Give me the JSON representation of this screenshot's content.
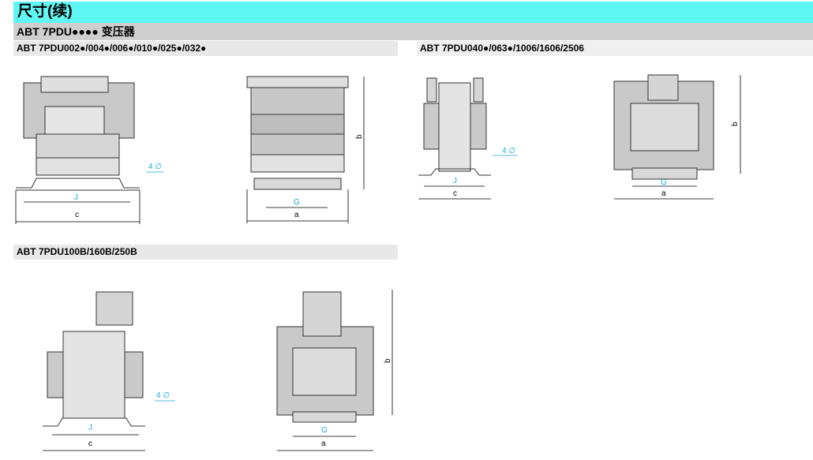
{
  "header": {
    "title": "尺寸(续)",
    "subtitle": "ABT 7PDU●●●● 变压器"
  },
  "sections": {
    "s1": "ABT 7PDU002●/004●/006●/010●/025●/032●",
    "s2": "ABT 7PDU040●/063●/1006/1606/2506",
    "s3": "ABT 7PDU100B/160B/250B"
  },
  "labels": {
    "J": "J",
    "c": "c",
    "a": "a",
    "b": "b",
    "G": "G",
    "hole": "4 ∅"
  },
  "colors": {
    "header_bg": "#5ef7f3",
    "subheader_bg": "#cfcfcf",
    "dim_accent": "#1aa7d9",
    "drawing_grey": "#c8c8c8"
  }
}
